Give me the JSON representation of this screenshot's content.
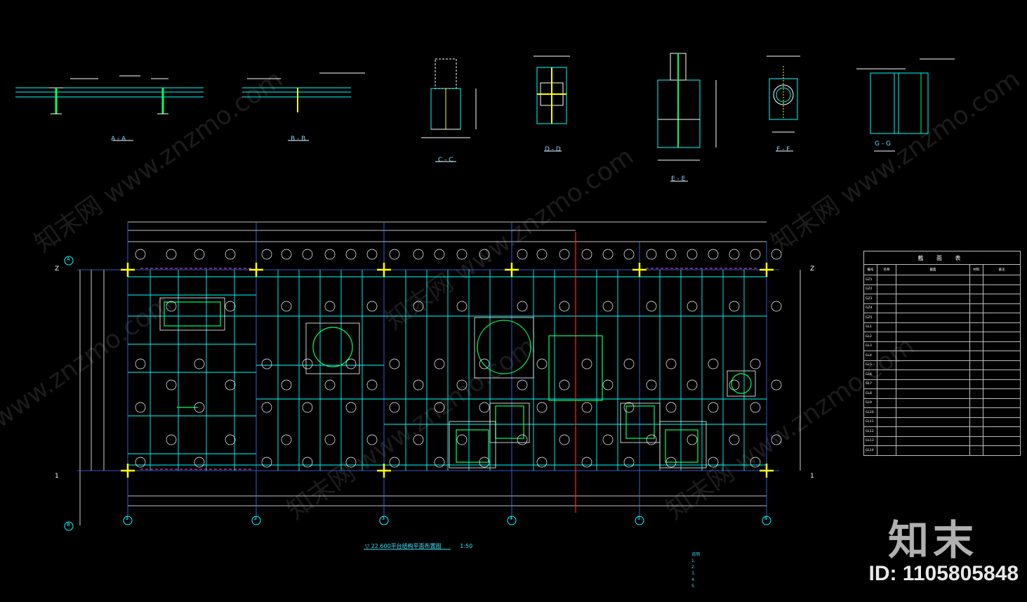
{
  "sections": [
    {
      "id": "aa",
      "label": "A - A"
    },
    {
      "id": "bb",
      "label": "B - B"
    },
    {
      "id": "cc",
      "label": "C - C"
    },
    {
      "id": "dd",
      "label": "D - D"
    },
    {
      "id": "ee",
      "label": "E - E"
    },
    {
      "id": "ff",
      "label": "F - F"
    },
    {
      "id": "gg",
      "label": "G - G"
    }
  ],
  "plan": {
    "title": "▽ 22.600平台结构平面布置图",
    "scale": "1:50",
    "left_axes": [
      "A",
      "Z",
      "1",
      "B"
    ],
    "right_axes": [
      "Z",
      "1"
    ],
    "bottom_axes": [
      "1",
      "2",
      "3",
      "4",
      "5",
      "6"
    ]
  },
  "table": {
    "title": "截 面 表",
    "headers": [
      "编号",
      "名称",
      "截面",
      "材料",
      "备注"
    ],
    "rows": [
      "GZ1",
      "GZ2",
      "GZ3",
      "GZ4",
      "GZ5",
      "GL1",
      "GL2",
      "GL3",
      "GL4",
      "GL5",
      "GL6",
      "GL7",
      "GL8",
      "GL9",
      "GL10",
      "GL11",
      "GL12",
      "GL13",
      "GL14"
    ]
  },
  "notes": {
    "title": "说明",
    "lines": [
      "1.",
      "2.",
      "3.",
      "4.",
      "5."
    ]
  },
  "watermark": {
    "logo": "知末",
    "id_text": "ID: 1105805848",
    "site": "www.znzmo.com"
  },
  "colors": {
    "background": "#000000",
    "cyan": "#00ffff",
    "white": "#ffffff",
    "green": "#00ff66",
    "yellow": "#ffff00",
    "magenta": "#ff44ff",
    "red": "#ff2222",
    "grid_blue": "#4477ff"
  }
}
